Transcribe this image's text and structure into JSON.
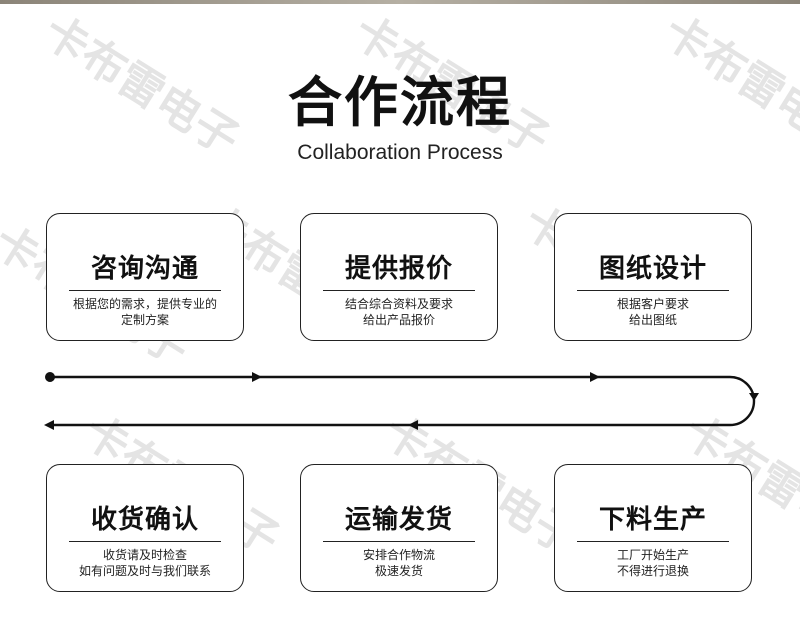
{
  "header": {
    "title": "合作流程",
    "subtitle": "Collaboration Process"
  },
  "watermark_text": "卡布雷电子",
  "steps": [
    {
      "title": "咨询沟通",
      "desc": [
        "根据您的需求，提供专业的",
        "定制方案"
      ]
    },
    {
      "title": "提供报价",
      "desc": [
        "结合综合资料及要求",
        "给出产品报价"
      ]
    },
    {
      "title": "图纸设计",
      "desc": [
        "根据客户要求",
        "给出图纸"
      ]
    },
    {
      "title": "收货确认",
      "desc": [
        "收货请及时检查",
        "如有问题及时与我们联系"
      ]
    },
    {
      "title": "运输发货",
      "desc": [
        "安排合作物流",
        "极速发货"
      ]
    },
    {
      "title": "下料生产",
      "desc": [
        "工厂开始生产",
        "不得进行退换"
      ]
    }
  ],
  "colors": {
    "stroke": "#111111",
    "watermark": "#e2e2e2"
  }
}
